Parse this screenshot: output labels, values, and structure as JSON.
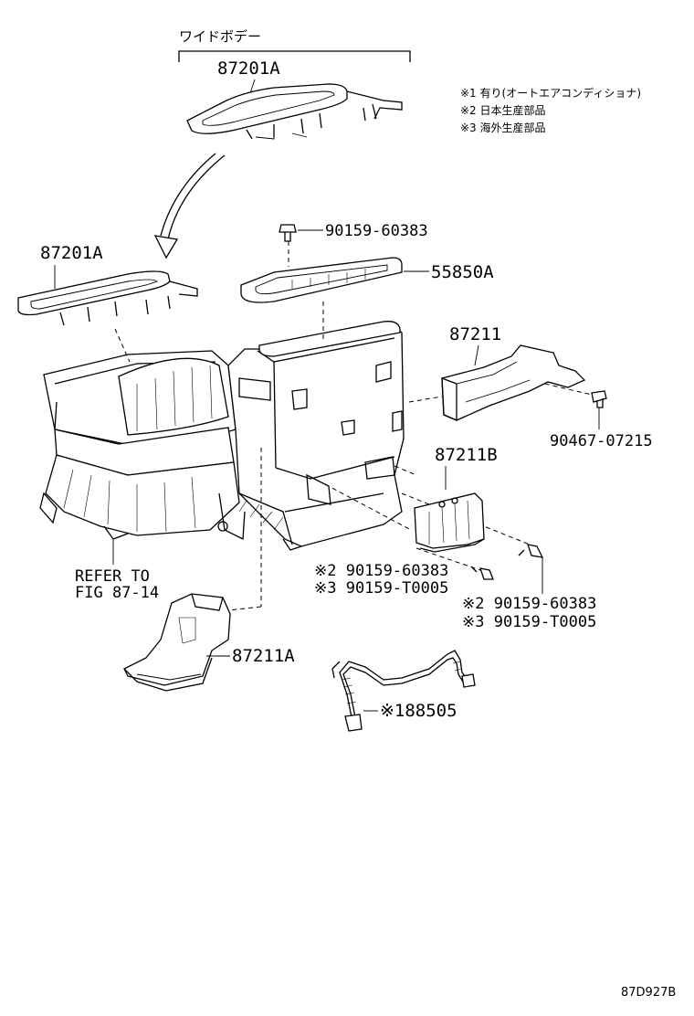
{
  "header": {
    "wide_body_label": "ワイドボデー"
  },
  "notes": [
    "※1 有り(オートエアコンディショナ)",
    "※2 日本生産部品",
    "※3 海外生産部品"
  ],
  "callouts": {
    "top_duct": "87201A",
    "left_duct": "87201A",
    "screw_top": "90159-60383",
    "filter_cover": "55850A",
    "duct_right": "87211",
    "clip_right": "90467-07215",
    "duct_b": "87211B",
    "screw_mid_1": "※2 90159-60383",
    "screw_mid_2": "※3 90159-T0005",
    "screw_low_1": "※2 90159-60383",
    "screw_low_2": "※3 90159-T0005",
    "refer_1": "REFER TO",
    "refer_2": "FIG 87-14",
    "duct_a": "87211A",
    "harness": "※188505"
  },
  "figure_id": "87D927B"
}
